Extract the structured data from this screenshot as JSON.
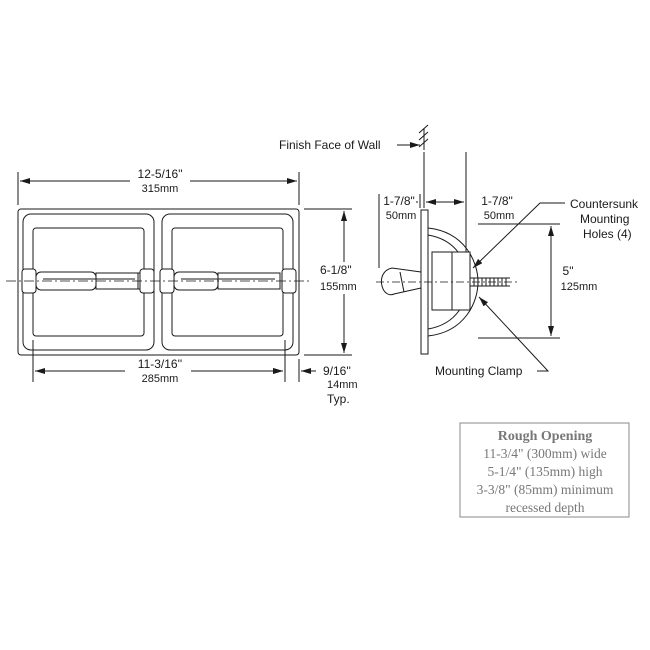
{
  "front_view": {
    "overall_width": {
      "imperial": "12-5/16\"",
      "metric": "315mm"
    },
    "inner_width": {
      "imperial": "11-3/16''",
      "metric": "285mm"
    },
    "height": {
      "imperial": "6-1/8\"",
      "metric": "155mm"
    },
    "flange": {
      "imperial": "9/16''",
      "metric": "14mm",
      "note": "Typ."
    }
  },
  "side_view": {
    "wall_label": "Finish Face of Wall",
    "projection": {
      "imperial": "1-7/8\"",
      "metric": "50mm"
    },
    "recess": {
      "imperial": "1-7/8\"",
      "metric": "50mm"
    },
    "countersunk_line1": "Countersunk",
    "countersunk_line2": "Mounting",
    "countersunk_line3": "Holes (4)",
    "hole_spacing": {
      "imperial": "5\"",
      "metric": "125mm"
    },
    "clamp_label": "Mounting Clamp"
  },
  "rough_opening": {
    "title": "Rough Opening",
    "lines": [
      "11-3/4\" (300mm) wide",
      "5-1/4\" (135mm) high",
      "3-3/8\" (85mm) minimum",
      "recessed depth"
    ]
  }
}
